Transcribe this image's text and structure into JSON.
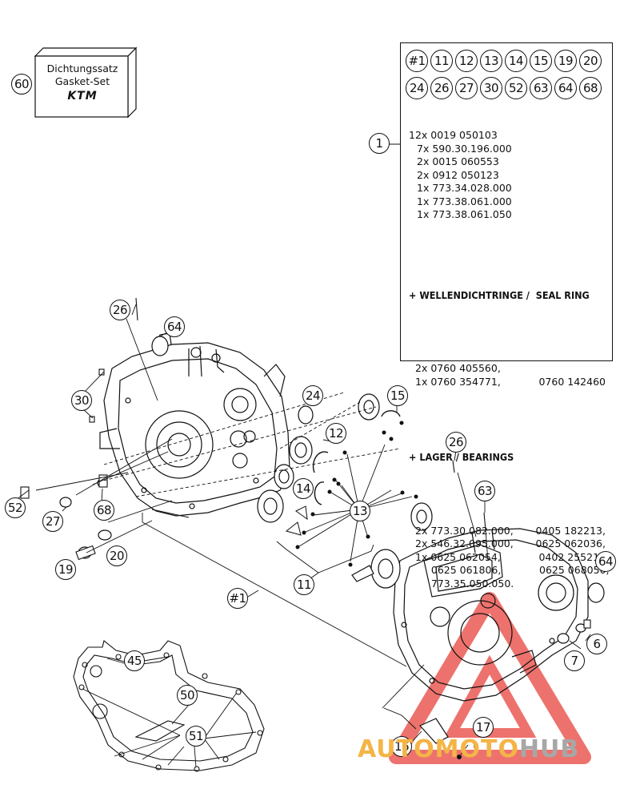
{
  "gasket_set": {
    "callout": "60",
    "line1": "Dichtungssatz",
    "line2": "Gasket-Set",
    "brand": "KTM"
  },
  "kit": {
    "callout": "1",
    "refs_row1": [
      "#1",
      "11",
      "12",
      "13",
      "14",
      "15",
      "19",
      "20"
    ],
    "refs_row2": [
      "24",
      "26",
      "27",
      "30",
      "52",
      "63",
      "64",
      "68"
    ],
    "parts": [
      "12x 0019 050103",
      "7x 590.30.196.000",
      "2x 0015 060553",
      "2x 0912 050123",
      "1x 773.34.028.000",
      "1x 773.38.061.000",
      "1x 773.38.061.050"
    ],
    "seal_heading": "+ WELLENDICHTRINGE /  SEAL RING",
    "seal_lines": [
      "2x 0760 405560,",
      "1x 0760 354771,            0760 142460"
    ],
    "bearing_heading": "+ LAGER / BEARINGS",
    "bearing_lines": [
      "2x 773.30.082.000,       0405 182213,",
      "2x 546.32.095.000,       0625 062036,",
      "1x 0625 062054,            0402 255215,",
      "     0625 061806,            0625 068050,",
      "     773.35.050.050."
    ]
  },
  "callouts": {
    "c26a": "26",
    "c64a": "64",
    "c30": "30",
    "c24": "24",
    "c15": "15",
    "c12": "12",
    "c14": "14",
    "c13": "13",
    "c52": "52",
    "c27": "27",
    "c68": "68",
    "c20": "20",
    "c19": "19",
    "c11": "11",
    "c_hash1": "#1",
    "c26b": "26",
    "c63": "63",
    "c64b": "64",
    "c6": "6",
    "c7": "7",
    "c45": "45",
    "c50": "50",
    "c51": "51",
    "c16": "16",
    "c17": "17"
  },
  "watermark": {
    "part1": "AUTOMOTO",
    "part2": "HUB",
    "color_primary": "#f4b547",
    "color_secondary": "#a7a7a7",
    "triangle_color": "#e8433d"
  }
}
